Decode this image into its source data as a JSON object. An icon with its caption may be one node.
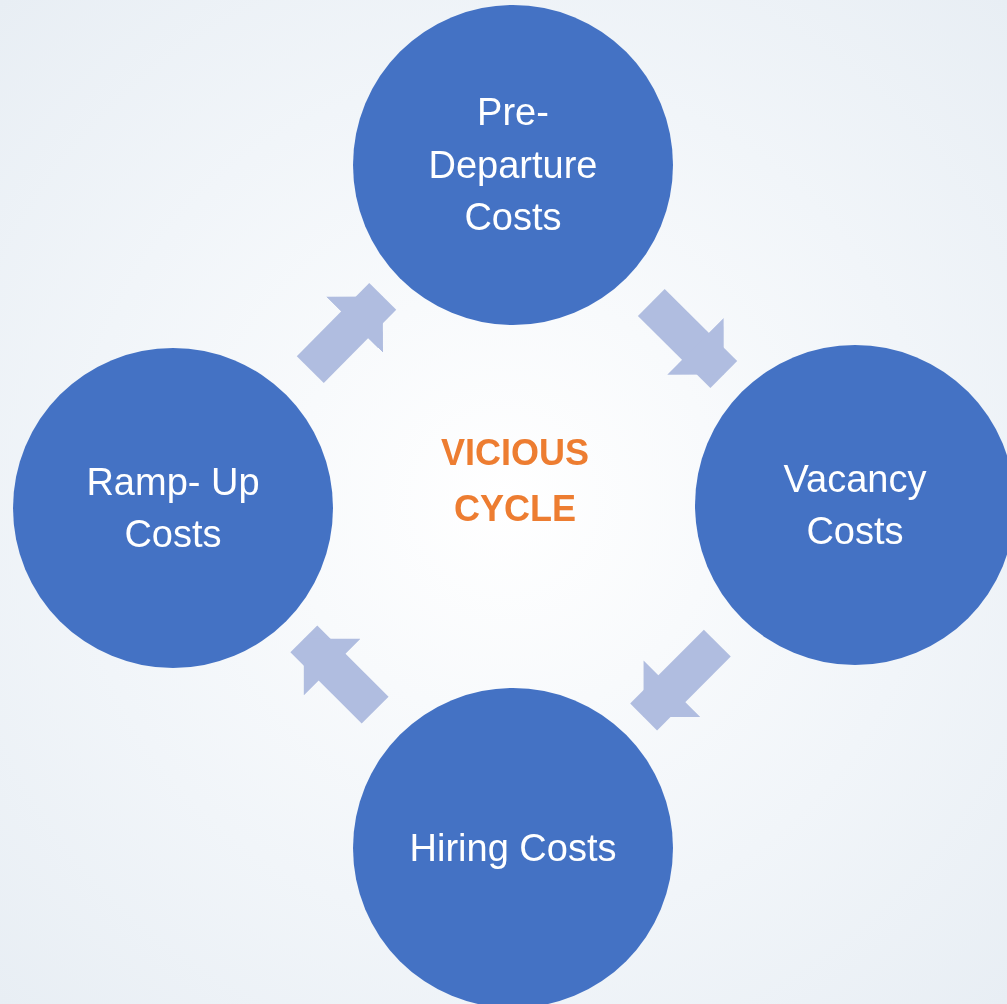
{
  "diagram": {
    "nodes": [
      {
        "text": [
          "Pre- Departure Costs"
        ]
      },
      {
        "text": [
          "Vacancy Costs"
        ]
      },
      {
        "text": [
          "Hiring Costs"
        ]
      },
      {
        "text": [
          "Ramp- Up Costs"
        ]
      }
    ],
    "edges": [
      {
        "from": 0,
        "to": 1,
        "arrow": "to"
      },
      {
        "from": 1,
        "to": 2,
        "arrow": "to"
      },
      {
        "from": 2,
        "to": 3,
        "arrow": "to"
      },
      {
        "from": 3,
        "to": 0,
        "arrow": "to"
      }
    ],
    "labels": [
      "VICIOUS CYCLE"
    ]
  }
}
